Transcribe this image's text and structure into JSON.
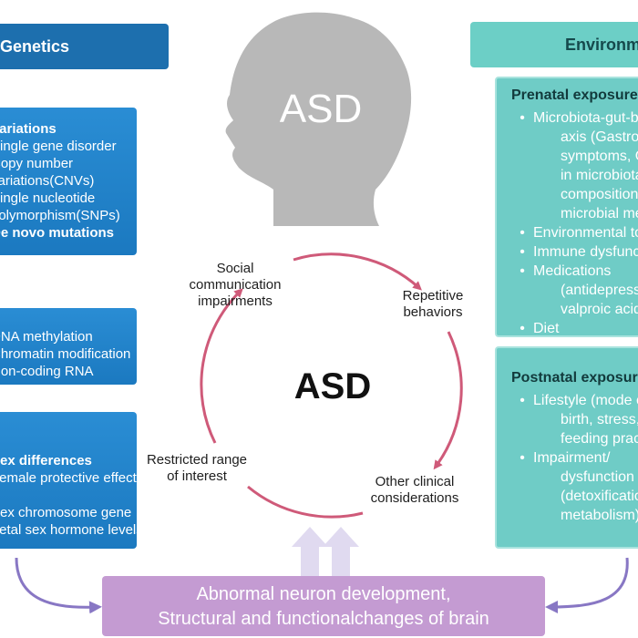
{
  "header_left": "Genetics",
  "header_right": "Environment",
  "head_label": "ASD",
  "center_label": "ASD",
  "left_boxes": [
    {
      "lines": [
        {
          "text": "Variations",
          "bold": true
        },
        {
          "text": "Single gene disorder",
          "bold": false
        },
        {
          "text": "Copy number",
          "bold": false
        },
        {
          "text": "variations(CNVs)",
          "bold": false
        },
        {
          "text": "Single nucleotide",
          "bold": false
        },
        {
          "text": "polymorphism(SNPs)",
          "bold": false
        },
        {
          "text": "De novo mutations",
          "bold": true
        }
      ]
    },
    {
      "lines": [
        {
          "text": "DNA methylation",
          "bold": false
        },
        {
          "text": "Chromatin modification",
          "bold": false
        },
        {
          "text": "Non-coding RNA",
          "bold": false
        }
      ]
    },
    {
      "lines": [
        {
          "text": "Sex differences",
          "bold": true
        },
        {
          "text": "Female protective effect",
          "bold": false
        },
        {
          "text": "",
          "bold": false
        },
        {
          "text": "Sex chromosome gene",
          "bold": false
        },
        {
          "text": "Fetal sex hormone levels",
          "bold": false
        }
      ]
    }
  ],
  "right_boxes": [
    {
      "title": "Prenatal exposure",
      "lines": [
        {
          "text": "Microbiota-gut-brain",
          "bullet": true
        },
        {
          "text": "axis (Gastrointestinal",
          "bullet": false
        },
        {
          "text": "symptoms, Changes",
          "bullet": false
        },
        {
          "text": "in microbiota",
          "bullet": false
        },
        {
          "text": "composition and",
          "bullet": false
        },
        {
          "text": "microbial metabolites)",
          "bullet": false
        },
        {
          "text": "Environmental toxins",
          "bullet": true
        },
        {
          "text": "Immune dysfunction",
          "bullet": true
        },
        {
          "text": "Medications",
          "bullet": true
        },
        {
          "text": "(antidepressants,",
          "bullet": false
        },
        {
          "text": "valproic acid)",
          "bullet": false
        },
        {
          "text": "Diet",
          "bullet": true
        }
      ]
    },
    {
      "title": "Postnatal exposure",
      "lines": [
        {
          "text": "Lifestyle (mode of",
          "bullet": true
        },
        {
          "text": "birth, stress,",
          "bullet": false
        },
        {
          "text": "feeding practices)",
          "bullet": false
        },
        {
          "text": "Impairment/",
          "bullet": true
        },
        {
          "text": "dysfunction",
          "bullet": false
        },
        {
          "text": "(detoxification,",
          "bullet": false
        },
        {
          "text": "metabolism)",
          "bullet": false
        }
      ]
    }
  ],
  "cycle": {
    "social": [
      "Social",
      "communication",
      "impairments"
    ],
    "repetitive": [
      "Repetitive",
      "behaviors"
    ],
    "other": [
      "Other clinical",
      "considerations"
    ],
    "restricted": [
      "Restricted range",
      "of interest"
    ]
  },
  "bottom": [
    "Abnormal neuron development,",
    "Structural and functionalchanges of brain"
  ],
  "colors": {
    "left_header": "#1d6fae",
    "left_box": "#1f7fc4",
    "right_header": "#6ccfc6",
    "right_box": "#6fccc6",
    "cycle_arrow": "#cf5a79",
    "bottom_box": "#c49bd2",
    "side_arrow": "#8877c4",
    "head": "#b8b8b8"
  }
}
